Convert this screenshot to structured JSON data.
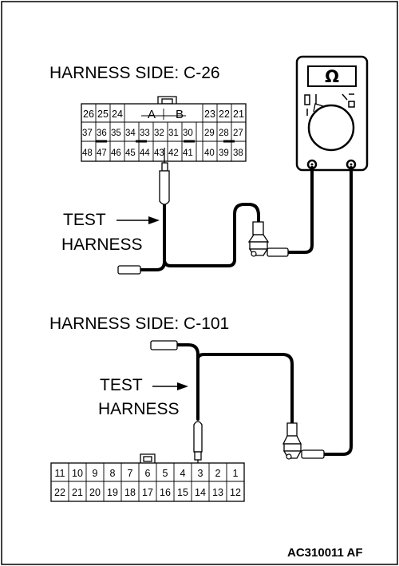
{
  "labels": {
    "harness_c26": "HARNESS SIDE: C-26",
    "harness_c101": "HARNESS SIDE: C-101",
    "test_harness_1_line1": "TEST",
    "test_harness_1_line2": "HARNESS",
    "test_harness_2_line1": "TEST",
    "test_harness_2_line2": "HARNESS",
    "figure_code": "AC310011 AF"
  },
  "multimeter": {
    "display": "Ω"
  },
  "connector_c26": {
    "key_labels": [
      "A",
      "B"
    ],
    "row1_left": [
      "26",
      "25",
      "24"
    ],
    "row1_right": [
      "23",
      "22",
      "21"
    ],
    "row2": [
      "37",
      "36",
      "35",
      "34",
      "33",
      "32",
      "31",
      "30",
      "29",
      "28",
      "27"
    ],
    "row3": [
      "48",
      "47",
      "46",
      "45",
      "44",
      "43",
      "42",
      "41",
      "40",
      "39",
      "38"
    ]
  },
  "connector_c101": {
    "row1": [
      "11",
      "10",
      "9",
      "8",
      "7",
      "6",
      "5",
      "4",
      "3",
      "2",
      "1"
    ],
    "row2": [
      "22",
      "21",
      "20",
      "19",
      "18",
      "17",
      "16",
      "15",
      "14",
      "13",
      "12"
    ]
  }
}
